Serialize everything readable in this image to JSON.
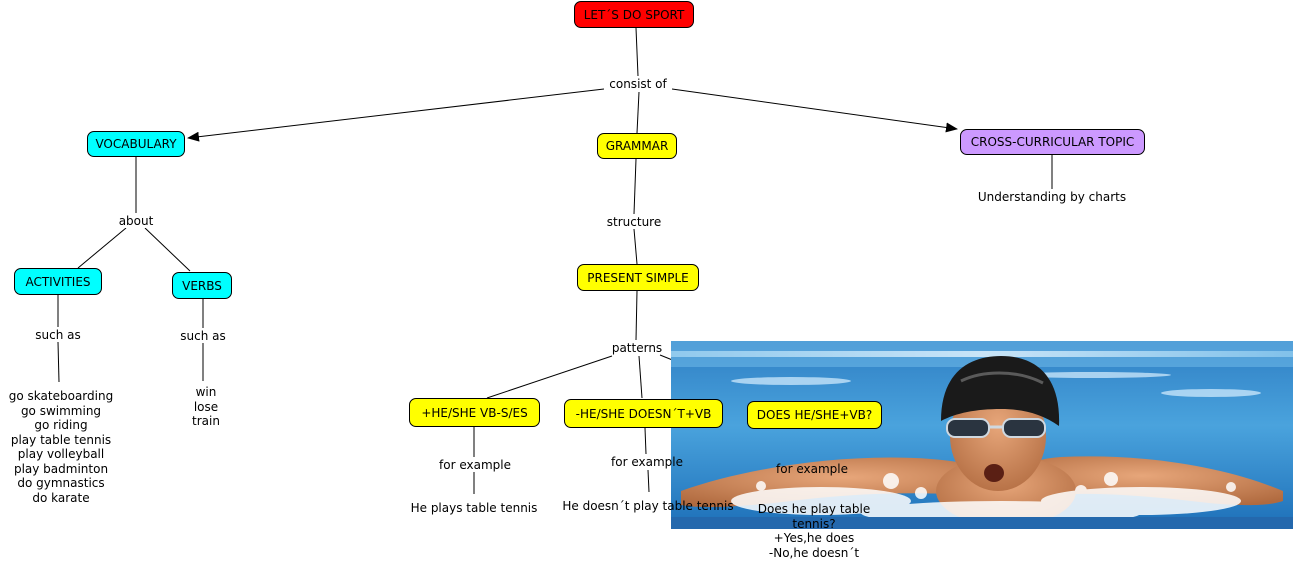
{
  "colors": {
    "title_node": "#FF0000",
    "vocab_nodes": "#00FFFF",
    "grammar_nodes": "#FFFF00",
    "topic_node": "#CC99FF",
    "lines": "#000000"
  },
  "nodes": {
    "root": "LET´S DO SPORT",
    "vocabulary": "VOCABULARY",
    "grammar": "GRAMMAR",
    "cross": "CROSS-CURRICULAR TOPIC",
    "activities": "ACTIVITIES",
    "verbs": "VERBS",
    "present_simple": "PRESENT SIMPLE",
    "affirmative": "+HE/SHE VB-S/ES",
    "negative": "-HE/SHE DOESN´T+VB",
    "question": "DOES HE/SHE+VB?"
  },
  "links": {
    "consist_of": "consist of",
    "about": "about",
    "structure": "structure",
    "such_as_1": "such as",
    "such_as_2": "such as",
    "patterns": "patterns",
    "for_example_1": "for example",
    "for_example_2": "for example",
    "for_example_3": "for example"
  },
  "leaves": {
    "charts": "Understanding by charts",
    "activities_list": [
      "go skateboarding",
      "go swimming",
      "go riding",
      "play table tennis",
      "play volleyball",
      "play badminton",
      "do gymnastics",
      "do karate"
    ],
    "verbs_list": [
      "win",
      "lose",
      "train"
    ],
    "ex_affirmative": "He plays table tennis",
    "ex_negative": "He doesn´t play table tennis",
    "ex_question": [
      "Does he play table",
      "tennis?",
      "+Yes,he does",
      "-No,he doesn´t"
    ]
  },
  "image": {
    "subject": "swimmer-butterfly-photo"
  }
}
